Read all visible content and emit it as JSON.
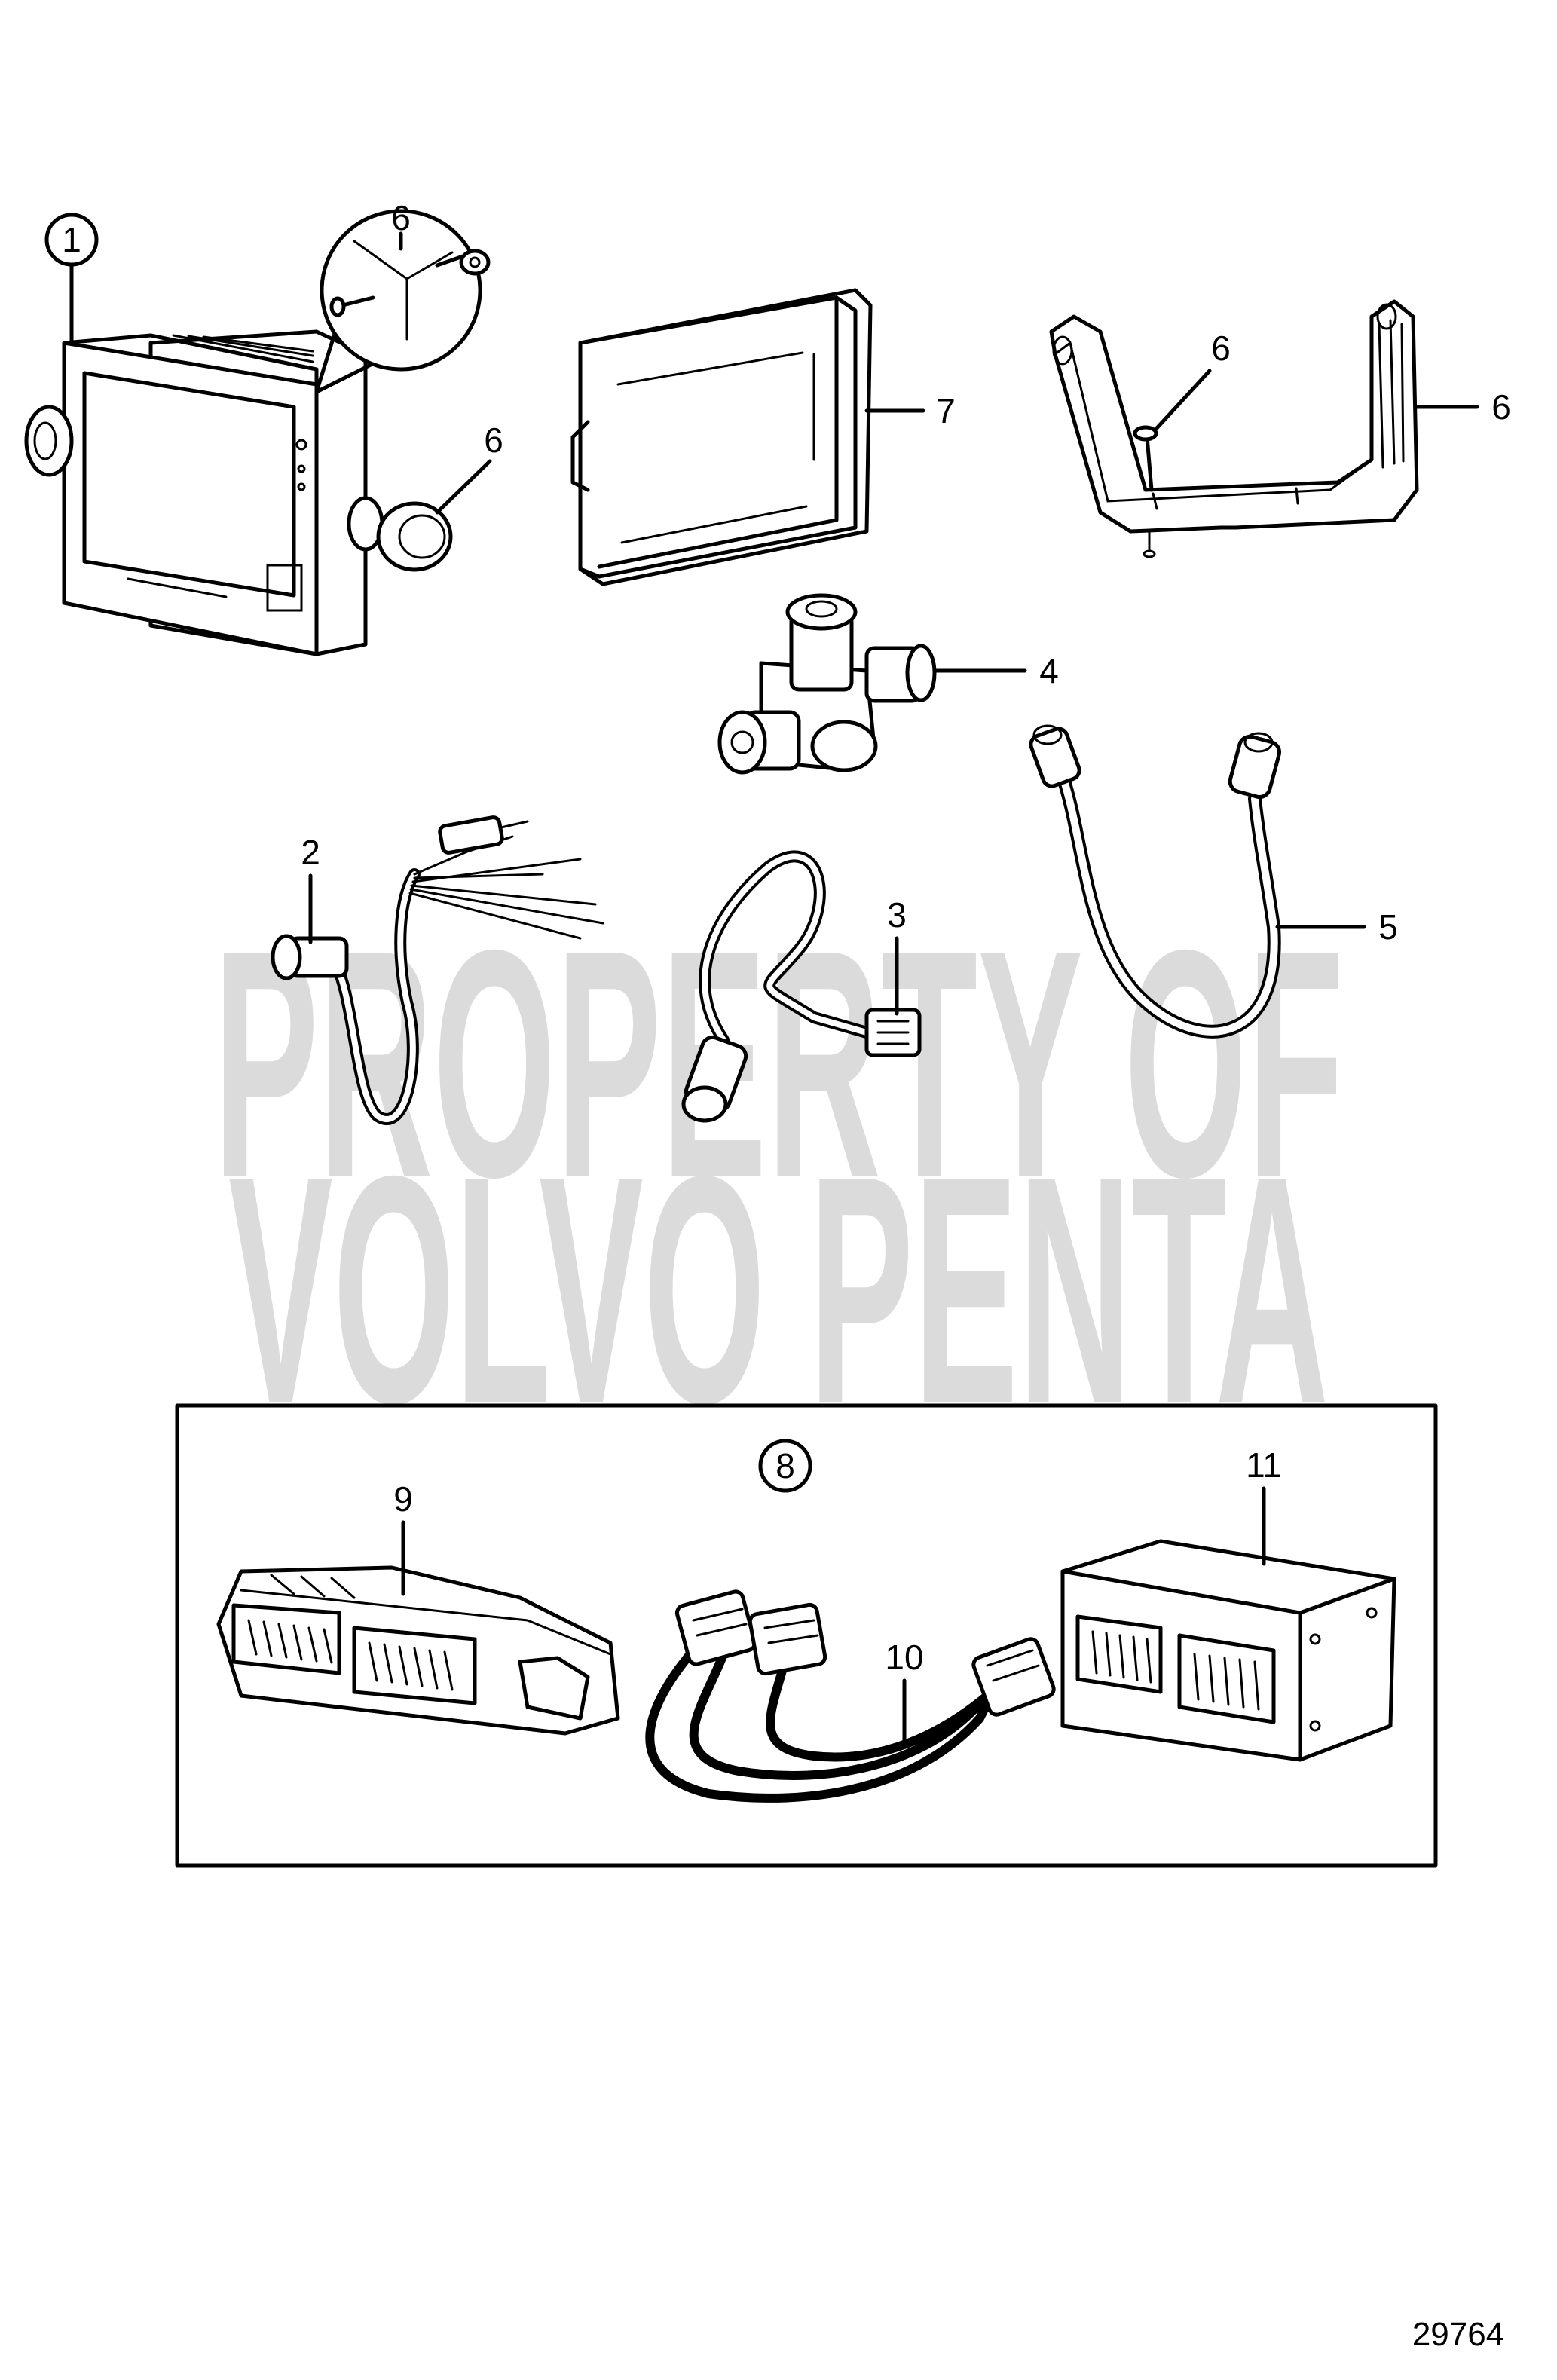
{
  "watermark": {
    "line1": "PROPERTY OF",
    "line2": "VOLVO PENTA"
  },
  "callouts": {
    "c1": "1",
    "c2": "2",
    "c3": "3",
    "c4": "4",
    "c5": "5",
    "c6_detail": "6",
    "c6_knob": "6",
    "c6_screw": "6",
    "c6_bracket": "6",
    "c7": "7",
    "c8": "8",
    "c9": "9",
    "c10": "10",
    "c11": "11"
  },
  "drawing_number": "29764",
  "colors": {
    "line": "#000000",
    "watermark": "#d0d0d0",
    "background": "#ffffff"
  }
}
